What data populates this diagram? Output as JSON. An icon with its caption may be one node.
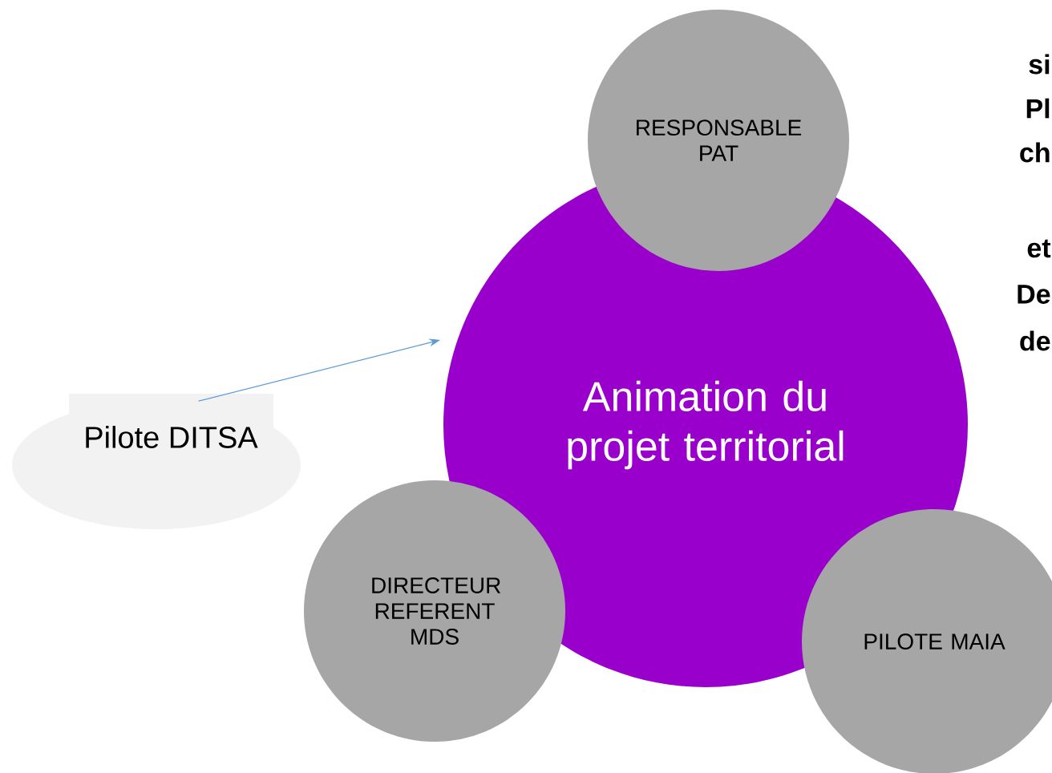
{
  "diagram": {
    "nodes": [
      {
        "text": [
          "RESPONSABLE PAT"
        ]
      },
      {
        "text": [
          "Animation du projet territorial"
        ]
      },
      {
        "text": [
          "Pilote DITSA"
        ]
      },
      {
        "text": [
          "DIRECTEUR REFERENT MDS"
        ]
      },
      {
        "text": [
          "PILOTE MAIA"
        ]
      }
    ],
    "edges": [
      {
        "from": 2,
        "to": 1,
        "arrow": "to",
        "color": "#5b9bd5"
      }
    ],
    "labels": [
      "si",
      "Pl",
      "ch",
      "et",
      "De",
      "de"
    ]
  }
}
